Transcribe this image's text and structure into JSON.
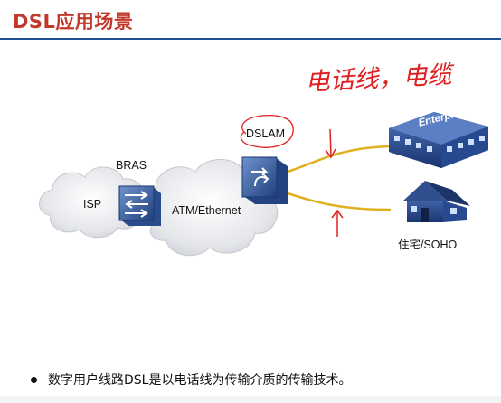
{
  "slide": {
    "title": "DSL应用场景",
    "bullet": "数字用户线路DSL是以电话线为传输介质的传输技术。"
  },
  "diagram": {
    "nodes": {
      "isp": "ISP",
      "bras": "BRAS",
      "atm": "ATM/Ethernet",
      "dslam": "DSLAM",
      "enterprise": "Enterprise",
      "home": "住宅/SOHO"
    }
  },
  "annotations": {
    "handwriting": "电话线，电缆"
  },
  "colors": {
    "title": "#c0392b",
    "rule": "#1f4e99",
    "line": "#e0b020",
    "handwriting": "#e02020"
  }
}
